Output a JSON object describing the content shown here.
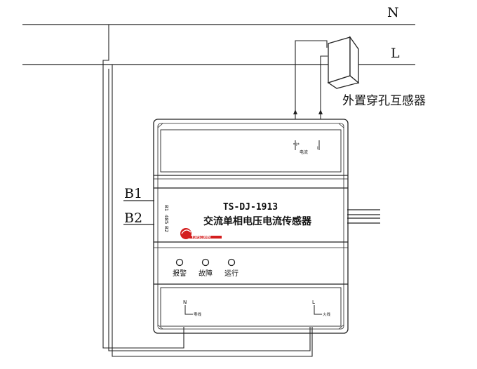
{
  "lines": {
    "neutral": "N",
    "live": "L"
  },
  "ct_label": "外置穿孔互感器",
  "bus": {
    "b1": "B1",
    "b2": "B2"
  },
  "device": {
    "model": "TS-DJ-1913",
    "name": "交流单相电压电流传感器",
    "logo_text": "TOPSCOMM",
    "terminal_b1": "B1",
    "terminal_rs485": "485",
    "terminal_b2": "B2",
    "top_terminal_label": "电流",
    "top_terminal_left": "I*",
    "top_terminal_right": "I",
    "bottom_n": "N",
    "bottom_n_sub": "零线",
    "bottom_l": "L",
    "bottom_l_sub": "火线"
  },
  "indicators": [
    {
      "label": "报警"
    },
    {
      "label": "故障"
    },
    {
      "label": "运行"
    }
  ],
  "colors": {
    "line": "#222222",
    "logo_red": "#d41e1e"
  }
}
